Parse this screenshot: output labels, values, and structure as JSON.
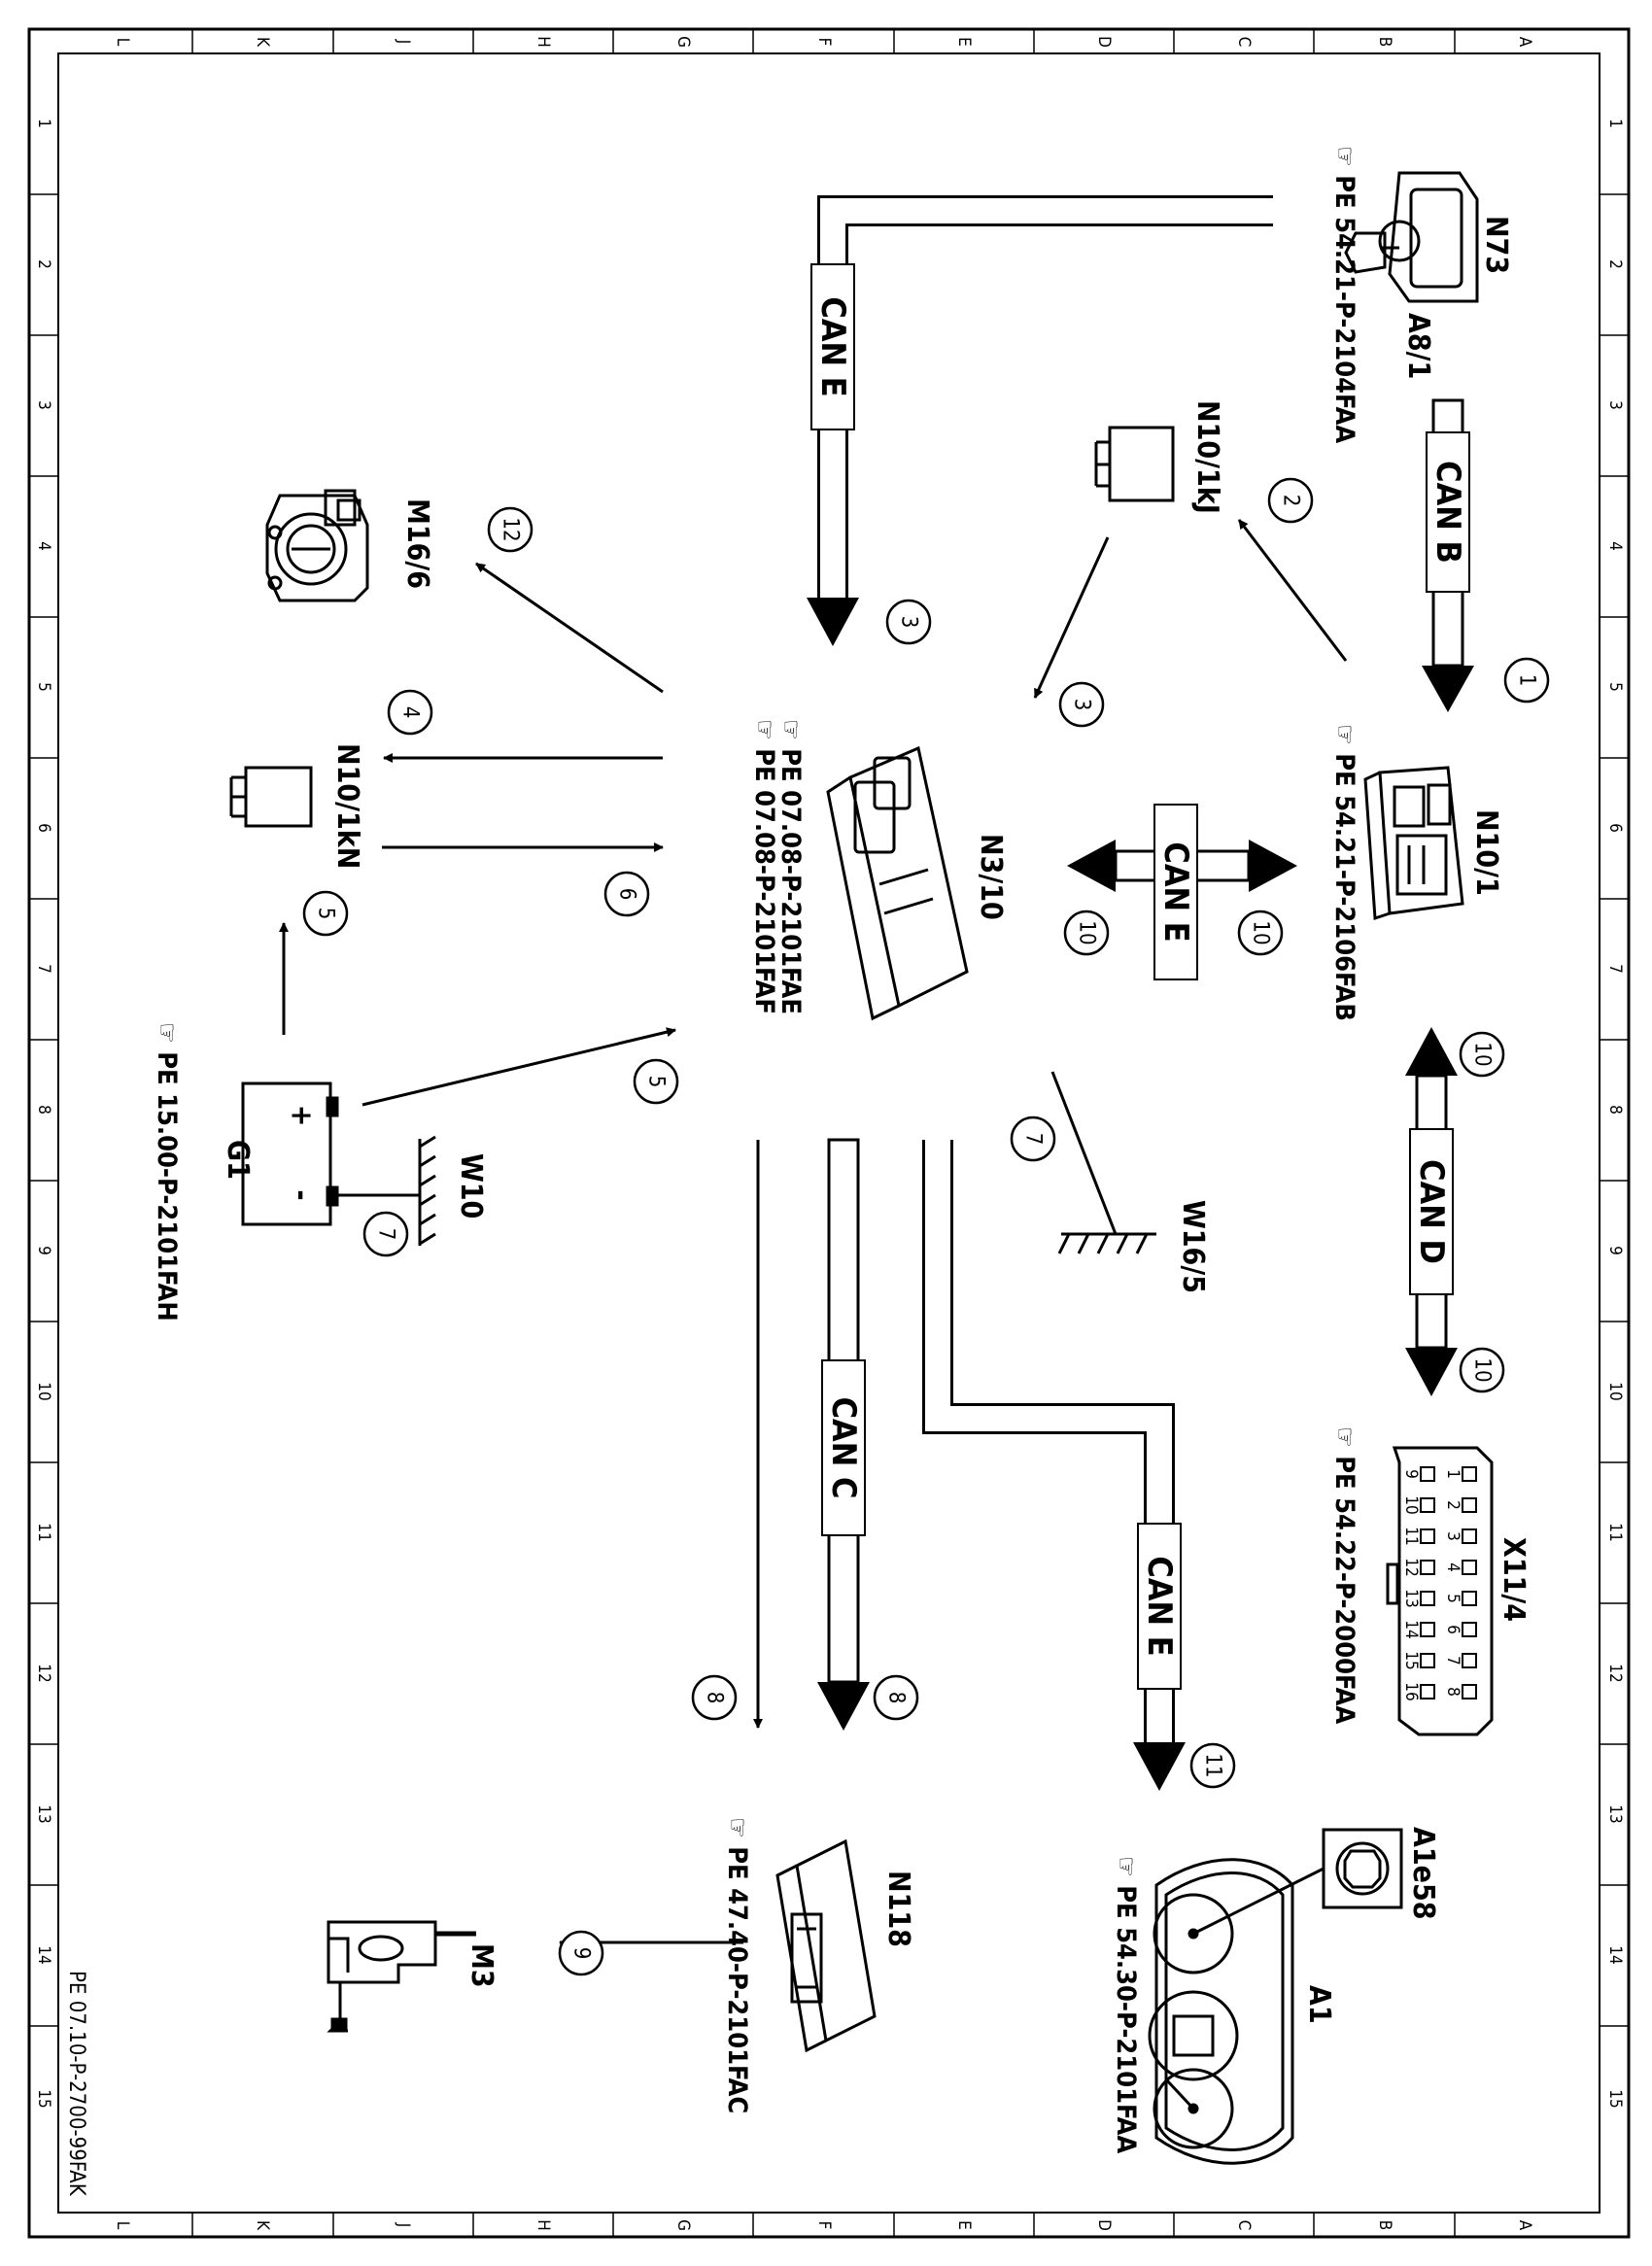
{
  "zones": {
    "letters": [
      "L",
      "K",
      "J",
      "H",
      "G",
      "F",
      "E",
      "D",
      "C",
      "B",
      "A"
    ],
    "numbers": [
      "1",
      "2",
      "3",
      "4",
      "5",
      "6",
      "7",
      "8",
      "9",
      "10",
      "11",
      "12",
      "13",
      "14",
      "15"
    ]
  },
  "document_code": "PE 07.10-P-2700-99FAK",
  "bus_labels": {
    "can_b": "CAN B",
    "can_c": "CAN C",
    "can_d": "CAN D",
    "can_e": "CAN E"
  },
  "components": {
    "n73": {
      "code": "N73",
      "sub": "A8/1",
      "ref": "PE 54.21-P-2104FAA"
    },
    "n10_1kj": {
      "code": "N10/1kJ"
    },
    "n10_1": {
      "code": "N10/1",
      "ref": "PE 54.21-P-2106FAB"
    },
    "n3_10": {
      "code": "N3/10",
      "ref1": "PE 07.08-P-2101FAE",
      "ref2": "PE 07.08-P-2101FAF"
    },
    "m16_6": {
      "code": "M16/6"
    },
    "n10_1kn": {
      "code": "N10/1kN"
    },
    "g1": {
      "code": "G1",
      "plus": "+",
      "minus": "-",
      "ref": "PE 15.00-P-2101FAH"
    },
    "w10": {
      "code": "W10"
    },
    "w16_5": {
      "code": "W16/5"
    },
    "x11_4": {
      "code": "X11/4",
      "ref": "PE 54.22-P-2000FAA",
      "pins_top": [
        "1",
        "2",
        "3",
        "4",
        "5",
        "6",
        "7",
        "8"
      ],
      "pins_bottom": [
        "9",
        "10",
        "11",
        "12",
        "13",
        "14",
        "15",
        "16"
      ]
    },
    "a1e58": {
      "code": "A1e58"
    },
    "a1": {
      "code": "A1",
      "ref": "PE 54.30-P-2101FAA"
    },
    "n118": {
      "code": "N118",
      "ref": "PE 47.40-P-2101FAC"
    },
    "m3": {
      "code": "M3"
    }
  },
  "steps": {
    "s1": "1",
    "s2": "2",
    "s3a": "3",
    "s3b": "3",
    "s4": "4",
    "s5a": "5",
    "s5b": "5",
    "s6": "6",
    "s7a": "7",
    "s7b": "7",
    "s8a": "8",
    "s8b": "8",
    "s9": "9",
    "s10a": "10",
    "s10b": "10",
    "s10c": "10",
    "s10d": "10",
    "s11": "11",
    "s12": "12"
  }
}
